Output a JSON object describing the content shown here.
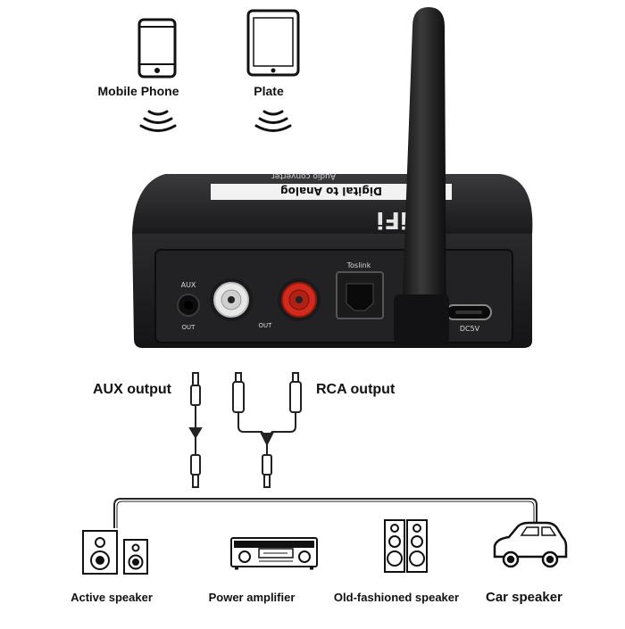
{
  "sources": [
    {
      "label": "Mobile Phone",
      "icon": "mobile-phone-icon"
    },
    {
      "label": "Plate",
      "icon": "tablet-icon"
    }
  ],
  "device": {
    "brand": "HiFi",
    "badge_title": "Digital to Analog",
    "badge_subtitle": "Audio converter",
    "ports": {
      "aux_in": "AUX",
      "aux_out": "OUT",
      "rca_out": "OUT",
      "toslink": "Toslink",
      "power": "DC5V"
    }
  },
  "outputs": {
    "aux": "AUX output",
    "rca": "RCA output"
  },
  "targets": [
    {
      "label": "Active speaker",
      "icon": "active-speaker-icon"
    },
    {
      "label": "Power amplifier",
      "icon": "power-amplifier-icon"
    },
    {
      "label": "Old-fashioned speaker",
      "icon": "old-speaker-icon"
    },
    {
      "label": "Car speaker",
      "icon": "car-icon"
    }
  ],
  "colors": {
    "device_body": "#1e1e20",
    "rca_white": "#e8e8e8",
    "rca_red": "#d42a1c",
    "line": "#222222"
  }
}
